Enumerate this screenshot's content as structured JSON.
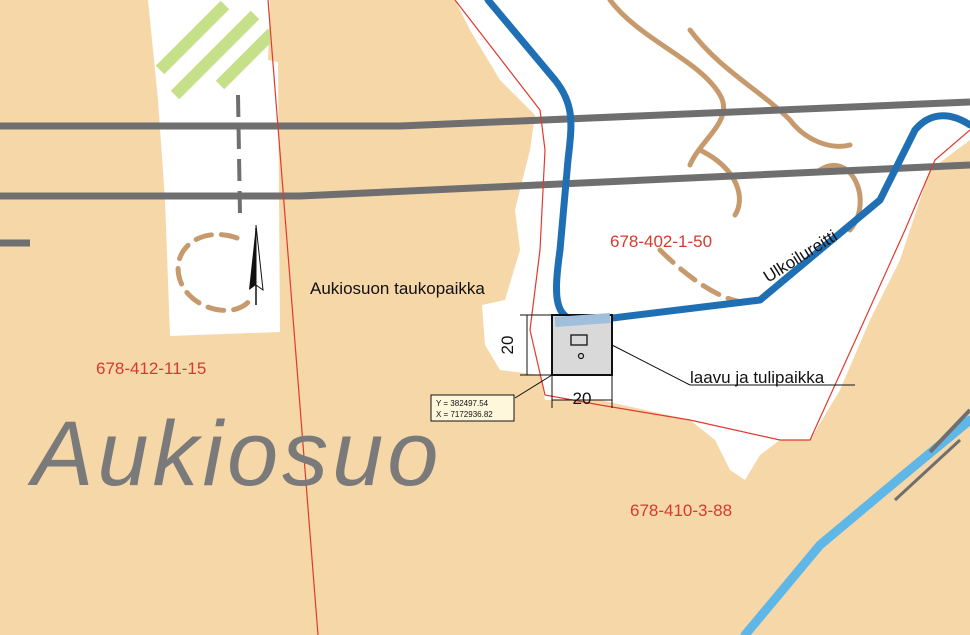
{
  "colors": {
    "terrain": "#f6d7a8",
    "open_area": "#ffffff",
    "trail": "#1f6fb5",
    "parcel_boundary": "#e03a2e",
    "parcel_label": "#d63a2e",
    "road": "#6f6f6f",
    "contour": "#c69a6c",
    "stream": "#5fb7e8",
    "green_hatch": "#c6e08a",
    "big_label": "#7a7a7a"
  },
  "labels": {
    "parcel_402": "678-402-1-50",
    "parcel_412": "678-412-11-15",
    "parcel_410": "678-410-3-88",
    "trail_name": "Ulkoilureitti",
    "rest_area": "Aukiosuon taukopaikka",
    "shelter": "laavu ja tulipaikka",
    "area_name": "Aukiosuo"
  },
  "dimensions": {
    "width_label": "20",
    "height_label": "20"
  },
  "coordinates": {
    "y": "Y = 382497.54",
    "x": "X = 7172936.82"
  },
  "icons": {
    "north": "north-arrow-icon",
    "shelter": "shelter-symbol-icon"
  }
}
